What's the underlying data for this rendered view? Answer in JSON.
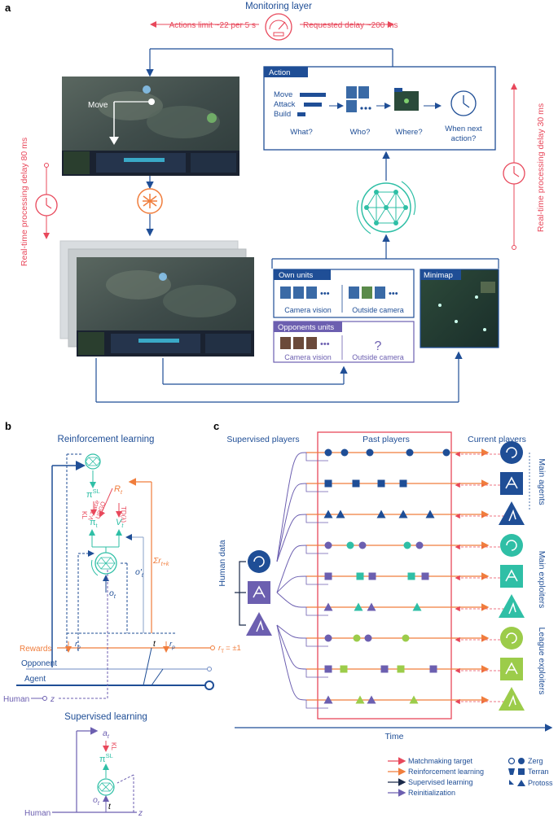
{
  "panel_a": {
    "letter": "a",
    "monitoring_layer": "Monitoring layer",
    "actions_limit": "Actions limit ~22 per 5 s",
    "requested_delay": "Requested delay ~200 ms",
    "rt_delay_left": "Real-time processing delay 80 ms",
    "rt_delay_right": "Real-time processing delay 30 ms",
    "move_label": "Move",
    "action": {
      "title": "Action",
      "types": [
        "Move",
        "Attack",
        "Build"
      ],
      "what": "What?",
      "who": "Who?",
      "where": "Where?",
      "when1": "When next",
      "when2": "action?"
    },
    "own_units": {
      "title": "Own units",
      "camera": "Camera vision",
      "outside": "Outside camera",
      "dots": "•••"
    },
    "opponent_units": {
      "title": "Opponents units",
      "camera": "Camera vision",
      "outside": "Outside camera",
      "dots": "•••",
      "question": "?"
    },
    "minimap": "Minimap"
  },
  "panel_b": {
    "letter": "b",
    "rl_title": "Reinforcement learning",
    "pi_sl": "π",
    "pi_sl_sup": "SL",
    "pi_t": "π",
    "v_t": "V",
    "r_t": "R",
    "kl": "KL",
    "vtrace": "V-Trace",
    "upgo": "UPGO",
    "td": "TD(λ)",
    "sum_r": "Σr",
    "o_t": "o",
    "o_t_prime": "o′",
    "rewards": "Rewards",
    "r_p": "r",
    "t": "t",
    "r_final": "r",
    "r_final_val": "= ±1",
    "opponent": "Opponent",
    "agent": "Agent",
    "human": "Human",
    "z": "z",
    "sl_title": "Supervised learning",
    "a_t": "a"
  },
  "panel_c": {
    "letter": "c",
    "supervised_players": "Supervised players",
    "past_players": "Past players",
    "current_players": "Current players",
    "human_data": "Human data",
    "main_agents": "Main agents",
    "main_exploiters": "Main exploiters",
    "league_exploiters": "League exploiters",
    "time": "Time"
  },
  "legend": {
    "matchmaking": "Matchmaking target",
    "reinforcement": "Reinforcement learning",
    "supervised": "Supervised learning",
    "reinit": "Reinitialization",
    "zerg": "Zerg",
    "terran": "Terran",
    "protoss": "Protoss"
  },
  "colors": {
    "red": "#e8485b",
    "navy": "#1f4e96",
    "teal": "#2fbfa6",
    "purple": "#6c5fb0",
    "orange": "#f07d3c",
    "green": "#9ccc4a"
  }
}
